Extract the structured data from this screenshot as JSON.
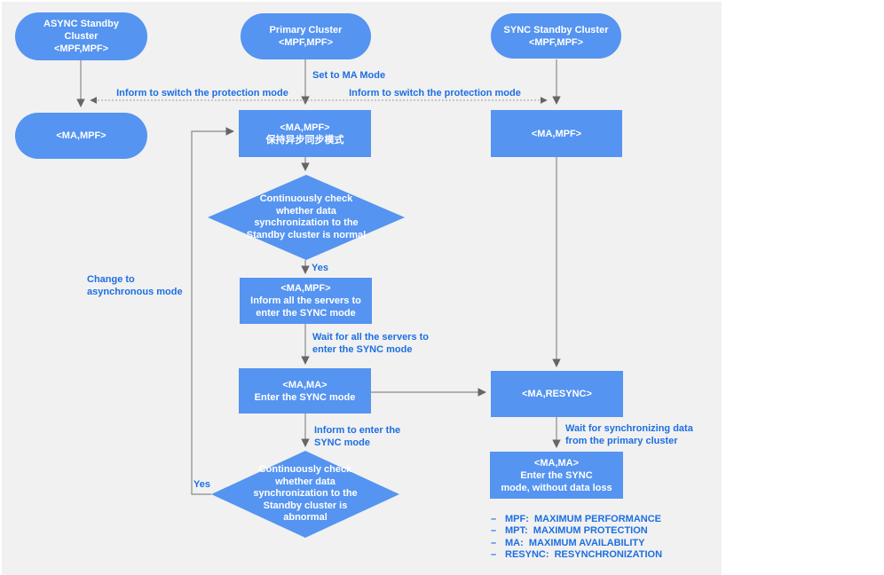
{
  "colors": {
    "canvas_bg": "#f1f1f1",
    "page_bg": "#ffffff",
    "shape_fill": "#5594f0",
    "shape_text": "#ffffff",
    "label_text": "#1d6fe2",
    "line": "#8a8a8a",
    "arrowhead": "#666666"
  },
  "nodes": {
    "async_standby": "ASYNC Standby\nCluster\n<MPF,MPF>",
    "primary": "Primary Cluster\n<MPF,MPF>",
    "sync_standby": "SYNC Standby Cluster\n<MPF,MPF>",
    "async_ma_mpf": "<MA,MPF>",
    "keep_async": "<MA,MPF>\n保持异步同步模式",
    "sync_ma_mpf": "<MA,MPF>",
    "check_normal": "Continuously check\nwhether data\nsynchronization to the\nStandby cluster is normal",
    "inform_all_servers": "<MA,MPF>\nInform all the servers to\nenter the SYNC mode",
    "enter_sync": "<MA,MA>\nEnter the SYNC mode",
    "ma_resync": "<MA,RESYNC>",
    "enter_sync_no_loss": "<MA,MA>\nEnter the SYNC\nmode, without data loss",
    "check_abnormal": "Continuously check\nwhether data\nsynchronization to the\nStandby cluster is\nabnormal"
  },
  "labels": {
    "set_to_ma_mode": "Set to MA Mode",
    "inform_switch_left": "Inform to switch the protection mode",
    "inform_switch_right": "Inform to switch the protection mode",
    "yes_top": "Yes",
    "wait_all_servers": "Wait for all the servers to\nenter the SYNC mode",
    "inform_to_enter": "Inform to enter the\nSYNC mode",
    "change_to_async": "Change to\nasynchronous mode",
    "yes_bottom": "Yes",
    "wait_sync_data": "Wait for synchronizing data\nfrom the primary cluster"
  },
  "legend": {
    "bullet": "–",
    "items": [
      "MPF:  MAXIMUM PERFORMANCE",
      "MPT:  MAXIMUM PROTECTION",
      "MA:  MAXIMUM AVAILABILITY",
      "RESYNC:  RESYNCHRONIZATION"
    ]
  }
}
